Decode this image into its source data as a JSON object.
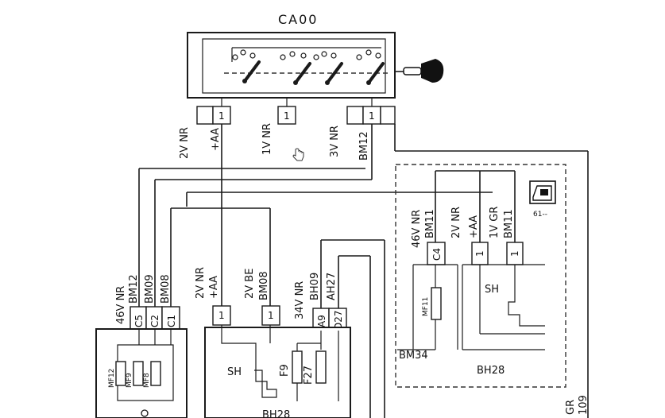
{
  "title": "CA00",
  "key_switch": {
    "pins": [
      "1",
      "1",
      "1"
    ],
    "labels": [
      "2V NR",
      "+AA",
      "1V NR",
      "3V NR",
      "BM12"
    ]
  },
  "left_module": {
    "wire_labels": [
      "46V NR",
      "BM12",
      "BM09",
      "BM08"
    ],
    "pins": [
      "C5",
      "C2",
      "C1"
    ],
    "fuses": [
      "MF12",
      "MF9",
      "MF8"
    ]
  },
  "center_module": {
    "wire_labels": [
      "2V NR",
      "+AA",
      "2V BE",
      "BM08",
      "34V NR",
      "BH09",
      "AH27"
    ],
    "pins": [
      "1",
      "1",
      "A9",
      "D27"
    ],
    "fuses": [
      "F9",
      "F27"
    ],
    "shunt": "SH",
    "name": "BH28"
  },
  "right_module": {
    "wire_labels": [
      "46V NR",
      "BM11",
      "2V NR",
      "+AA",
      "1V GR",
      "BM11"
    ],
    "pins": [
      "C4",
      "1",
      "1"
    ],
    "fuse": "MF11",
    "shunt": "SH",
    "ground": "BM34",
    "name": "BH28",
    "ref": "61--"
  },
  "corner_labels": [
    "GR",
    "109"
  ],
  "icons": [
    "ignition-key-icon",
    "hand-cursor-icon",
    "door-panel-icon"
  ]
}
